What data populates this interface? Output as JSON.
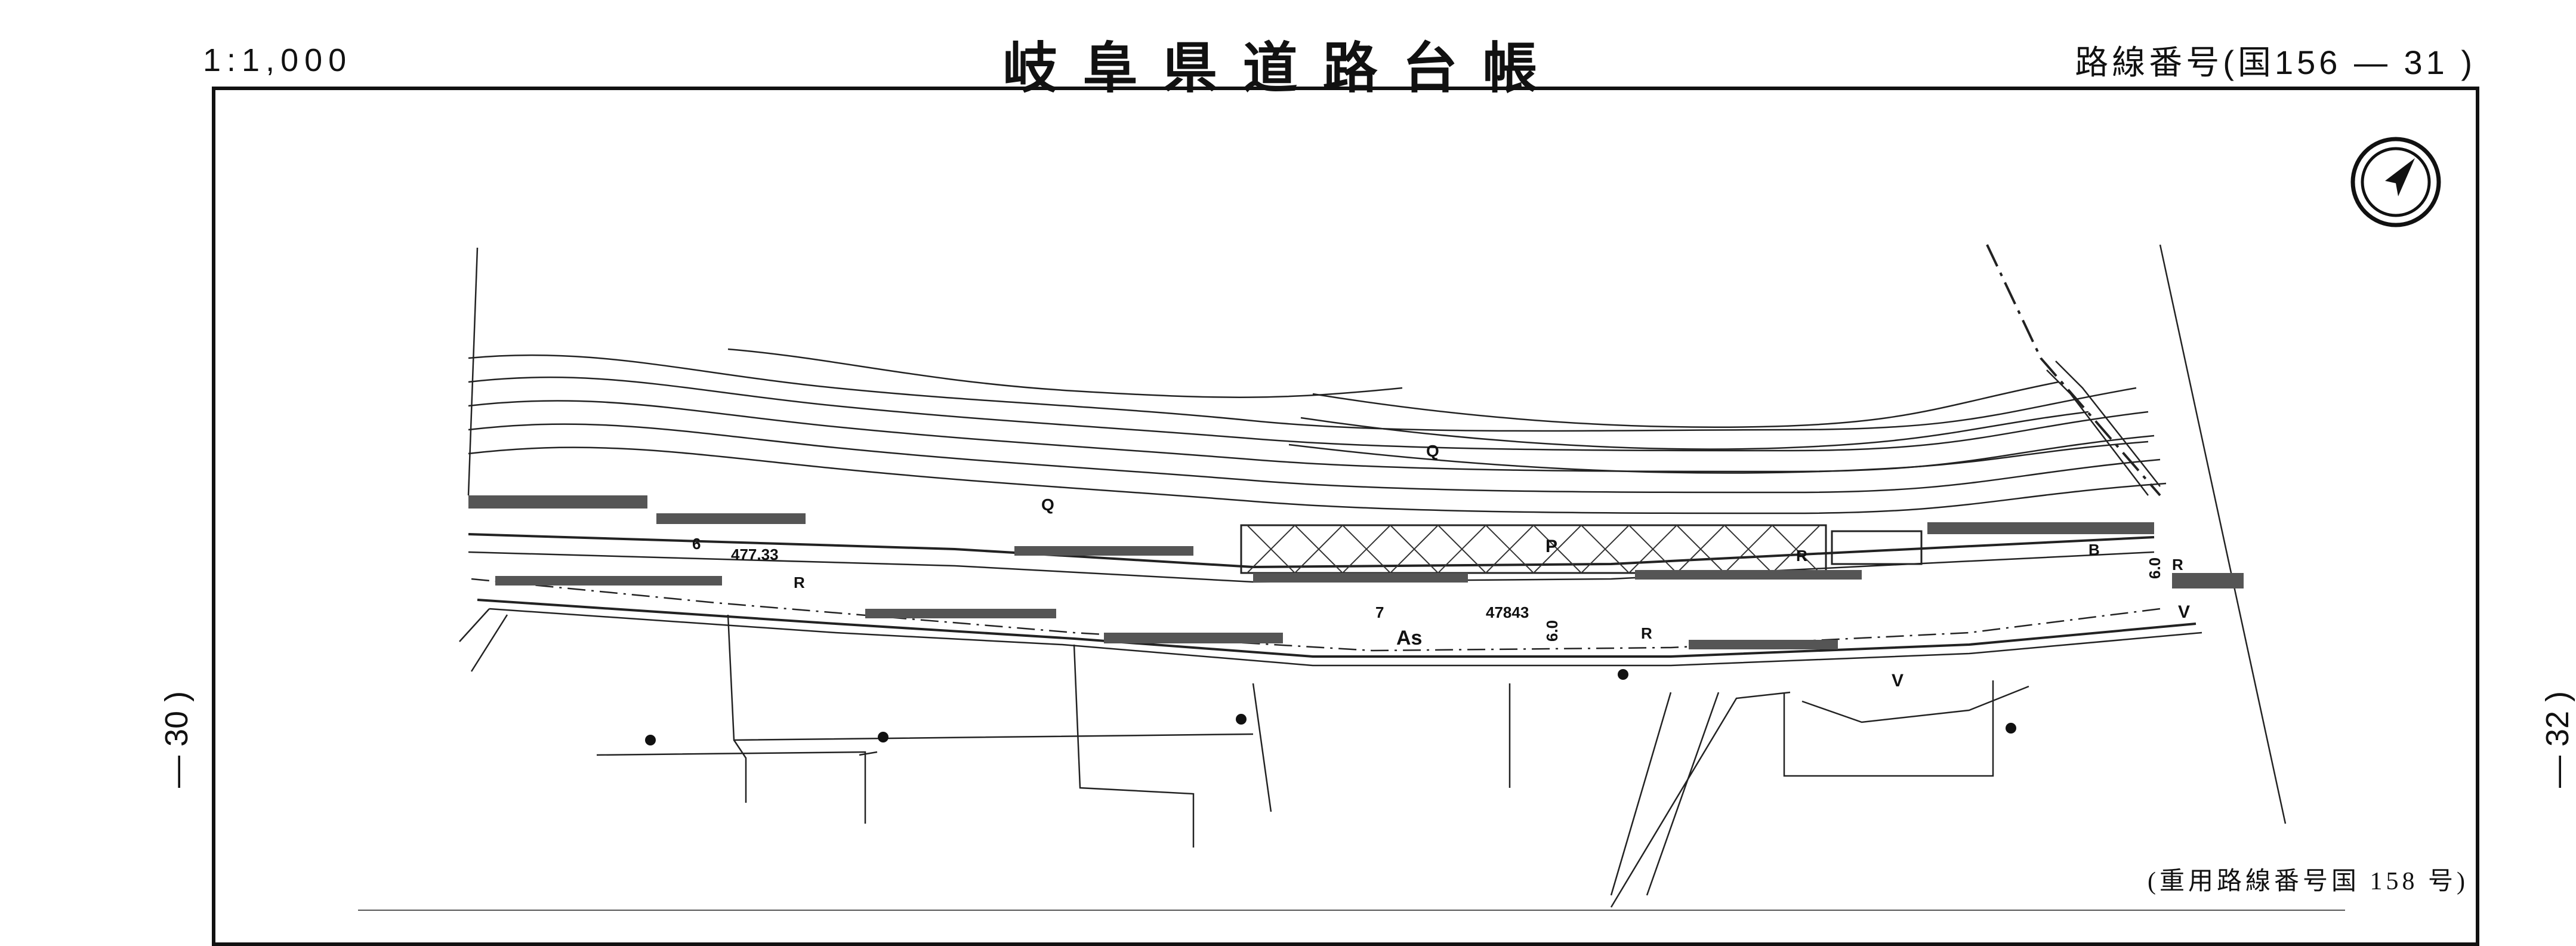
{
  "header": {
    "scale": "1:1,000",
    "title": "岐阜県道路台帳",
    "route_number": "路線番号(国156 ― 31 )"
  },
  "margin": {
    "left_sheet": "― 30 )",
    "right_sheet": "― 32 )"
  },
  "map": {
    "labels": {
      "station_6": "6",
      "station_7": "7",
      "distance_a": "477.33",
      "distance_b": "47843",
      "width_a": "6.0",
      "width_b": "6.0",
      "pavement": "As",
      "parking": "P",
      "q1": "Q",
      "q2": "Q",
      "r1": "R",
      "r2": "R",
      "r3": "R",
      "r4": "R",
      "b1": "B",
      "v1": "V",
      "v2": "V"
    }
  },
  "footer": {
    "overlap_note": "(重用路線番号国 158 号)"
  },
  "icons": {
    "north_arrow": "north-arrow-icon"
  }
}
